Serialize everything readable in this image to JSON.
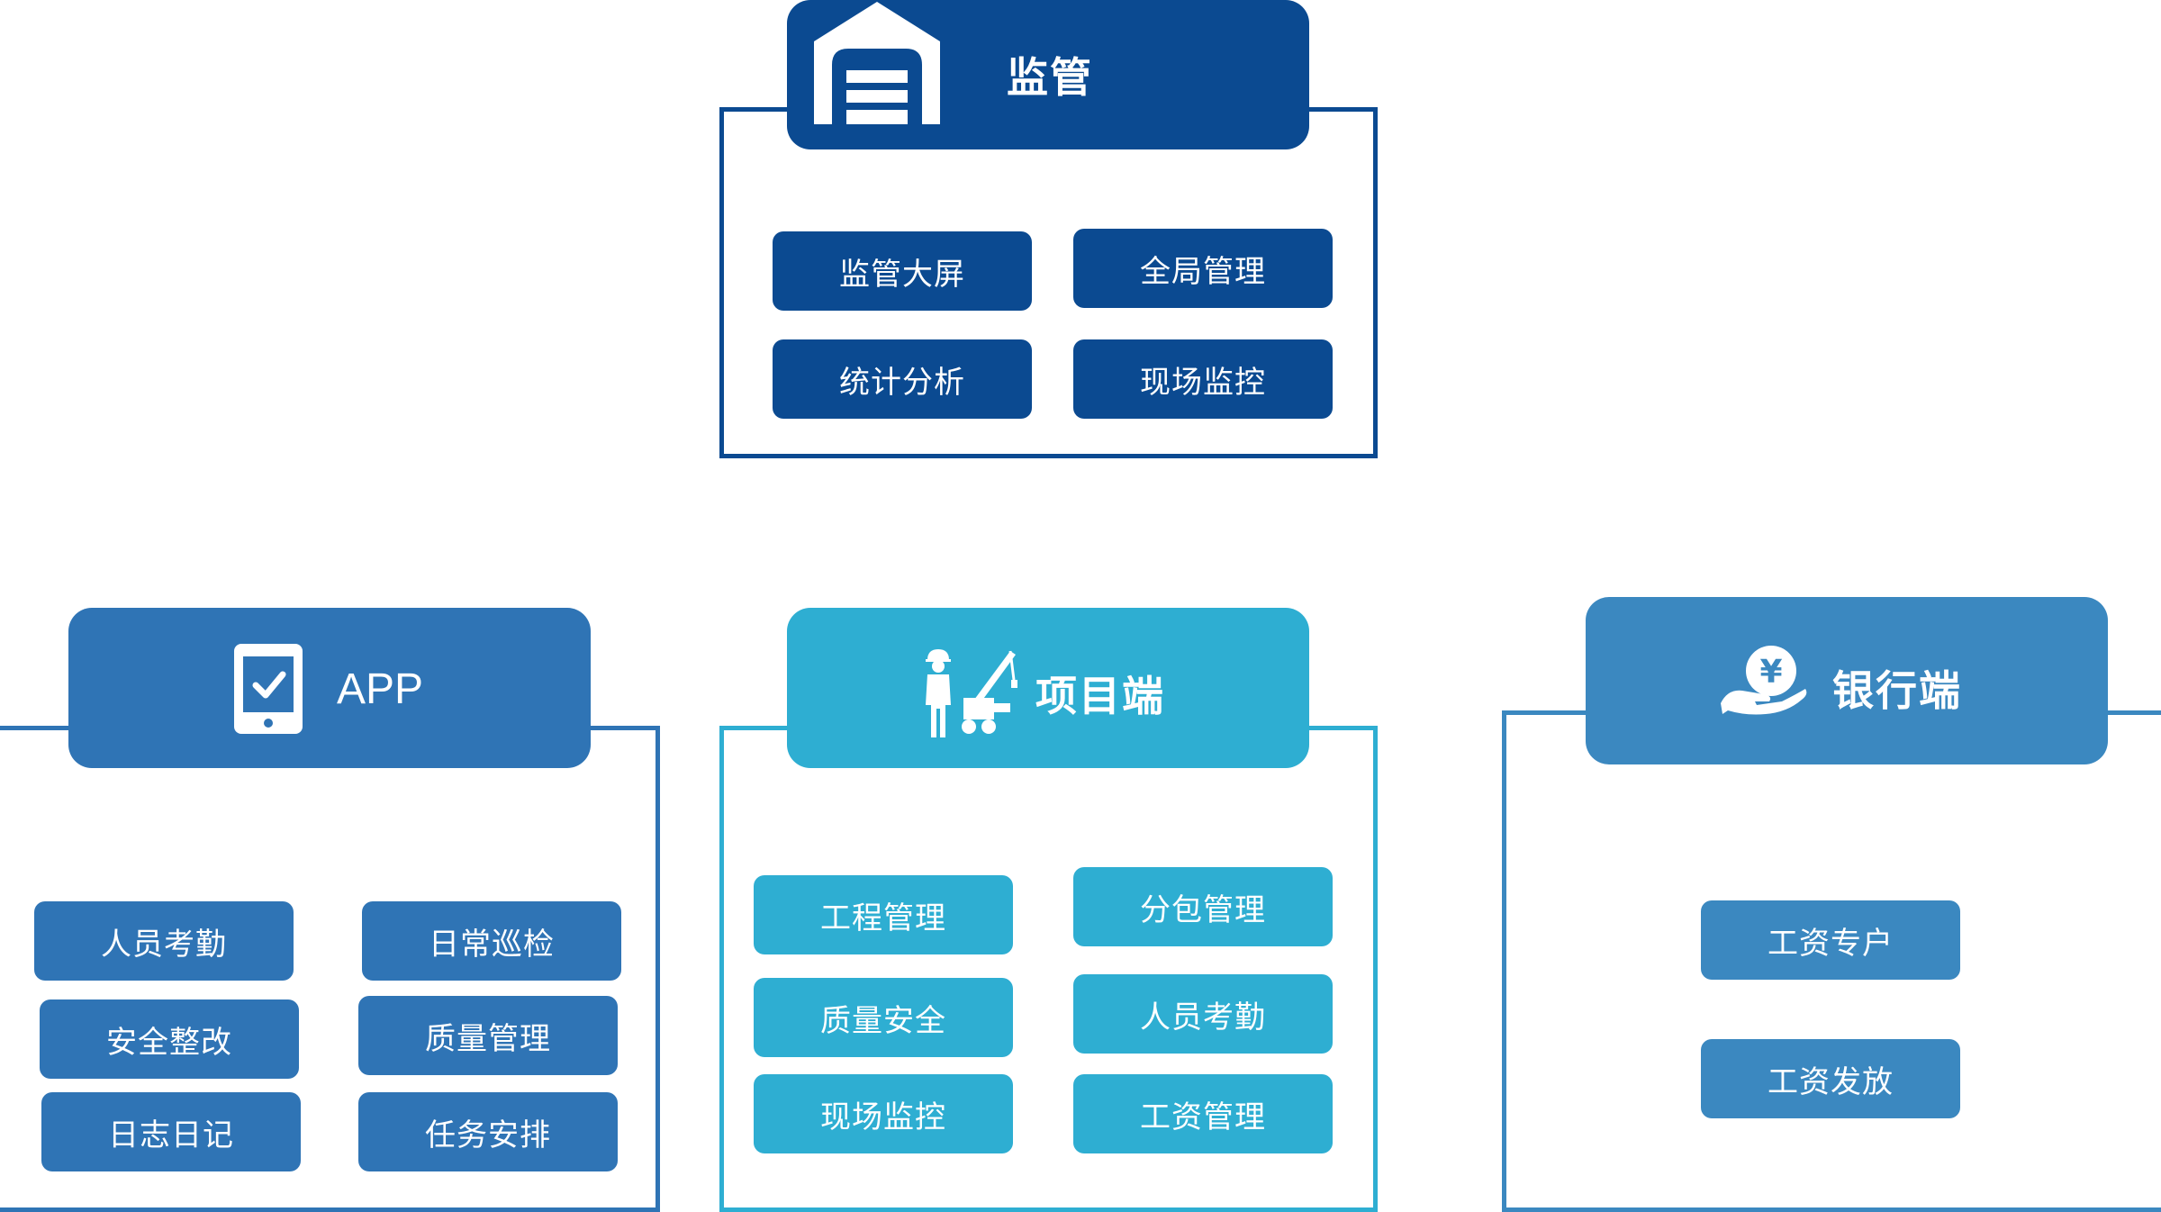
{
  "colors": {
    "supervision": "#0b4a91",
    "app": "#2f74b5",
    "project": "#2eaed2",
    "bank": "#3b88c0"
  },
  "supervision": {
    "title": "监管",
    "icon": "warehouse-icon",
    "items": [
      "监管大屏",
      "全局管理",
      "统计分析",
      "现场监控"
    ]
  },
  "app": {
    "title": "APP",
    "icon": "mobile-check-icon",
    "items": [
      "人员考勤",
      "日常巡检",
      "安全整改",
      "质量管理",
      "日志日记",
      "任务安排"
    ]
  },
  "project": {
    "title": "项目端",
    "icon": "construction-worker-crane-icon",
    "items": [
      "工程管理",
      "分包管理",
      "质量安全",
      "人员考勤",
      "现场监控",
      "工资管理"
    ]
  },
  "bank": {
    "title": "银行端",
    "icon": "hand-yen-coin-icon",
    "items": [
      "工资专户",
      "工资发放"
    ]
  }
}
